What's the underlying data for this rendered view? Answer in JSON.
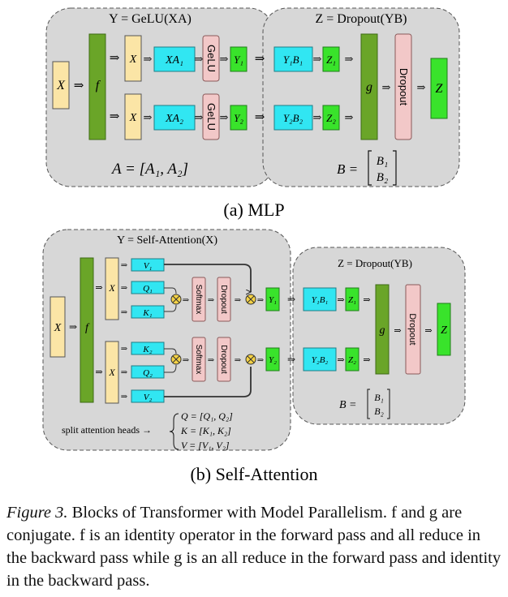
{
  "mlp": {
    "left_title": "Y = GeLU(XA)",
    "right_title": "Z = Dropout(YB)",
    "x": "X",
    "f": "f",
    "g": "g",
    "z": "Z",
    "x_row": "X",
    "xa1": "XA₁",
    "xa2": "XA₂",
    "gelu": "GeLU",
    "y1": "Y₁",
    "y2": "Y₂",
    "y1b1": "Y₁B₁",
    "y2b2": "Y₂B₂",
    "z1": "Z₁",
    "z2": "Z₂",
    "dropout": "Dropout",
    "a_eq": "A = [A₁, A₂]",
    "b_prefix": "B =",
    "b1": "B₁",
    "b2": "B₂",
    "sublabel": "(a) MLP"
  },
  "attn": {
    "left_title": "Y = Self-Attention(X)",
    "right_title": "Z = Dropout(YB)",
    "x": "X",
    "f": "f",
    "g": "g",
    "z": "Z",
    "x_row": "X",
    "v1": "V₁",
    "q1": "Q₁",
    "k1": "K₁",
    "k2": "K₂",
    "q2": "Q₂",
    "v2": "V₂",
    "softmax": "Softmax",
    "dropout": "Dropout",
    "y1": "Y₁",
    "y2": "Y₂",
    "y1b1": "Y₁B₁",
    "y2b2": "Y₂B₂",
    "z1": "Z₁",
    "z2": "Z₂",
    "split_label": "split attention heads →",
    "q_eq": "Q = [Q₁, Q₂]",
    "k_eq": "K = [K₁, K₂]",
    "v_eq": "V = [V₁, V₂]",
    "b_prefix": "B =",
    "b1": "B₁",
    "b2": "B₂",
    "sublabel": "(b) Self-Attention"
  },
  "caption": {
    "label": "Figure 3.",
    "text": " Blocks of Transformer with Model Parallelism. f and g are conjugate. f is an identity operator in the forward pass and all reduce in the backward pass while g is an all reduce in the forward pass and identity in the backward pass."
  },
  "colors": {
    "panel": "#d7d7d7",
    "yellow": "#fbe5a6",
    "green_dark": "#6aa528",
    "cyan": "#31e6f2",
    "pink": "#f2c8c8",
    "green_bright": "#39e32b",
    "mult": "#f5d245"
  }
}
